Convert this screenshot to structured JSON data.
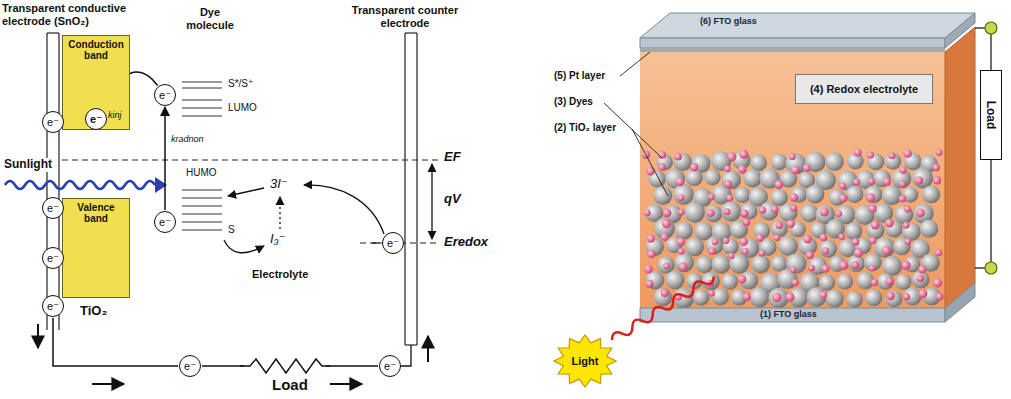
{
  "diagram": {
    "nodes": [
      {
        "text": [
          "Conduction band"
        ]
      },
      {
        "text": [
          "e⁻"
        ],
        "in": 0
      },
      {
        "text": [
          "e⁻"
        ]
      },
      {
        "text": [
          "e⁻"
        ]
      },
      {
        "text": [
          "e⁻"
        ]
      },
      {
        "text": [
          "Valence band"
        ]
      },
      {
        "text": [
          "e⁻"
        ]
      },
      {
        "text": [
          "e⁻"
        ]
      },
      {
        "text": [
          "e⁻"
        ]
      },
      {
        "text": [
          "e⁻"
        ]
      },
      {
        "text": [
          "e⁻"
        ]
      },
      {
        "text": [
          "e⁻"
        ]
      },
      {
        "text": [
          "(4) Redox electrolyte"
        ]
      },
      {
        "text": [
          "Load"
        ]
      },
      {
        "text": [
          "Light"
        ]
      }
    ],
    "edges": [
      {
        "from": 3,
        "to": 1,
        "arrow": "to"
      },
      {
        "from": 4,
        "to": 3,
        "arrow": "to"
      },
      {
        "from": 8,
        "to": 10,
        "arrow": "none"
      },
      {
        "from": 10,
        "to": 11,
        "arrow": "none"
      }
    ],
    "labels": [
      "Transparent conductive electrode (SnO₂)",
      "Dye molecule",
      "Transparent counter electrode",
      "kinj",
      "S*/S⁺",
      "LUMO",
      "kradnon",
      "HUMO",
      "S",
      "EF",
      "qV",
      "Eredox",
      "3I⁻",
      "I₃⁻",
      "Electrolyte",
      "Sunlight",
      "TiO₂",
      "Load",
      "(6) FTO glass",
      "(5) Pt layer",
      "(3) Dyes",
      "(2) TiO₂ layer",
      "(1) FTO glass"
    ]
  }
}
